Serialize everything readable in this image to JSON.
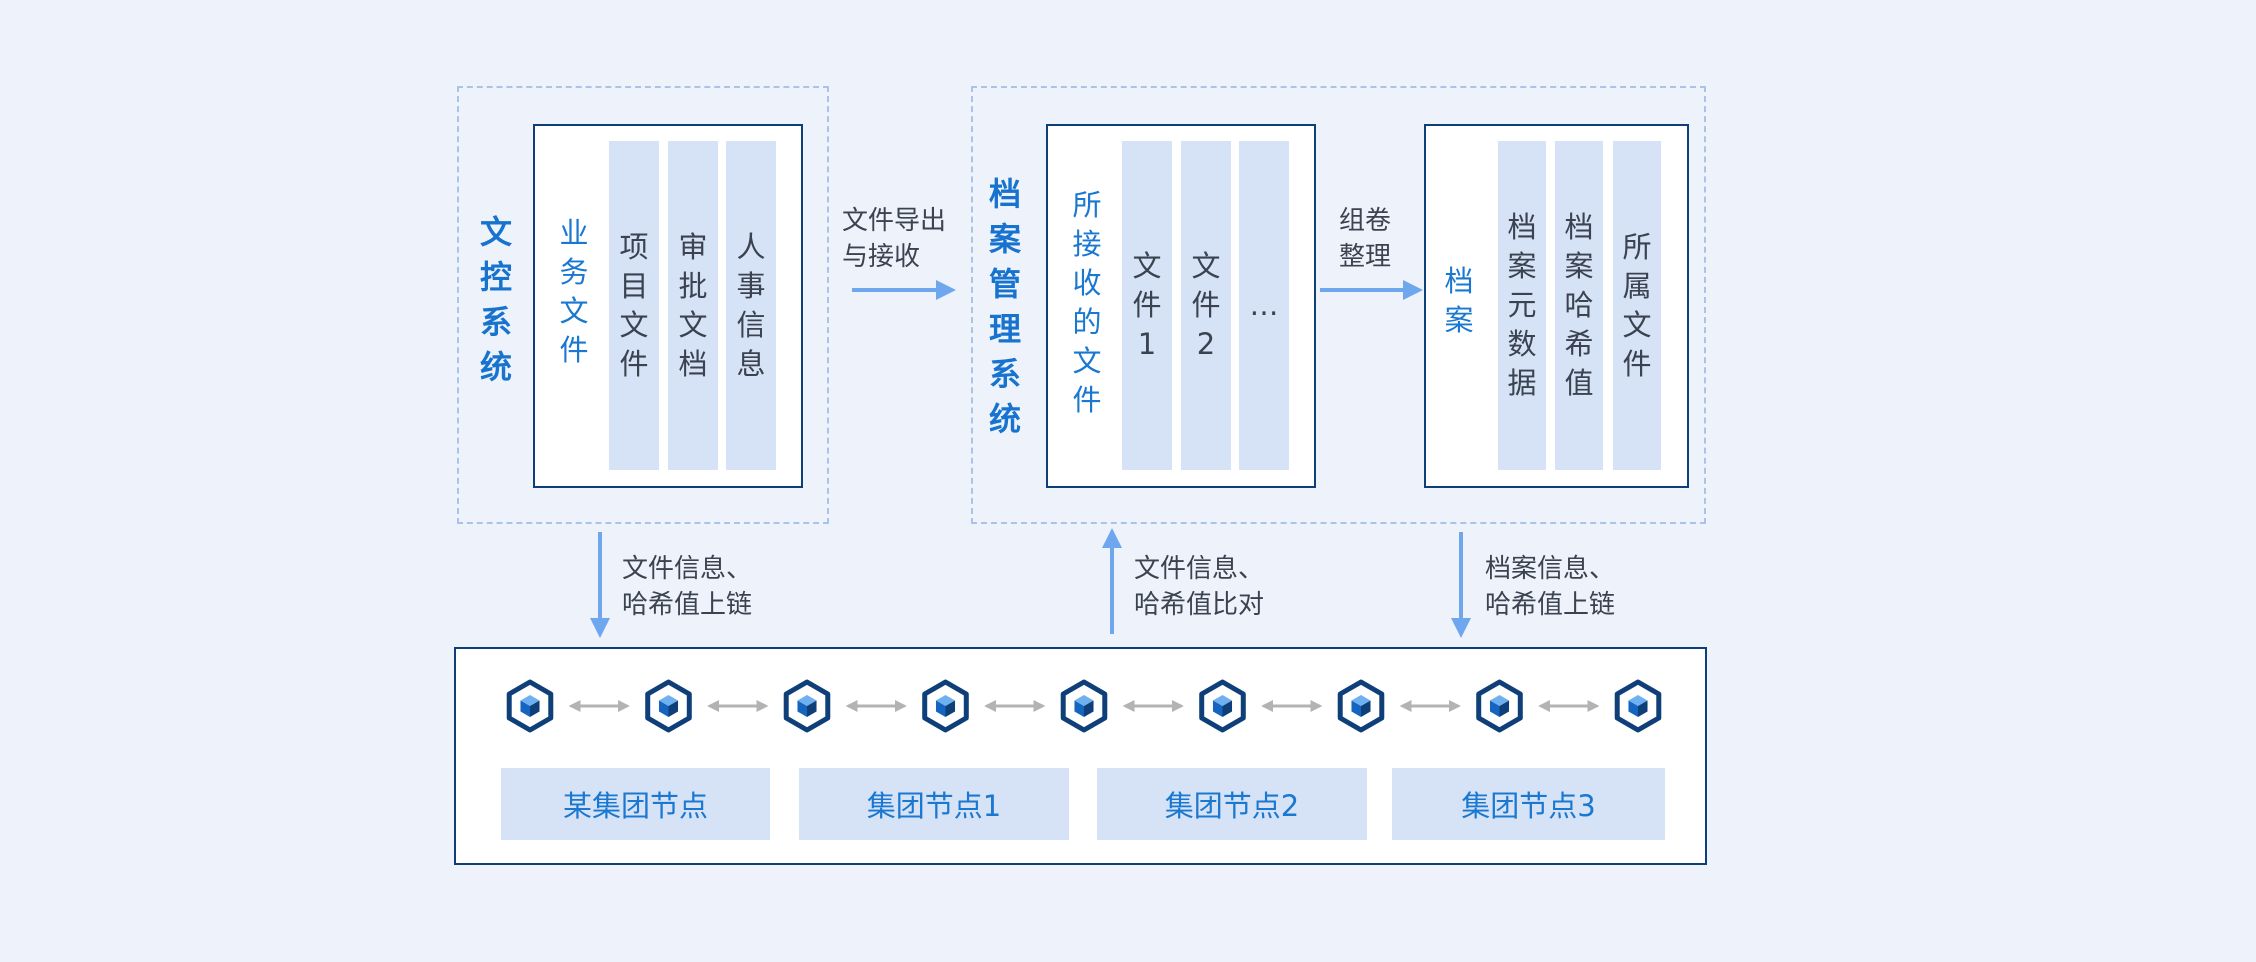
{
  "colors": {
    "background": "#eef3fb",
    "dashed_border": "#a9c4e8",
    "panel_border": "#0f3f78",
    "column_fill": "#d6e3f6",
    "title_blue": "#1873cf",
    "text_dark": "#3b4250",
    "arrow_blue": "#6fa7ee",
    "link_gray": "#b3b3b3"
  },
  "doc_control": {
    "title": "文控系统",
    "panel_label": "业务文件",
    "columns": [
      "项目文件",
      "审批文档",
      "人事信息"
    ]
  },
  "export_label": "文件导出\n与接收",
  "archive_system": {
    "title": "档案管理系统",
    "received_label": "所接收的文件",
    "columns": [
      "文件1",
      "文件2",
      "…"
    ],
    "organize_label": "组卷\n整理",
    "archive_label": "档案",
    "archive_columns": [
      "档案元数据",
      "档案哈希值",
      "所属文件"
    ]
  },
  "links": {
    "left": "文件信息、\n哈希值上链",
    "middle": "文件信息、\n哈希值比对",
    "right": "档案信息、\n哈希值上链"
  },
  "chain": {
    "node_icon": "blockchain-cube-icon",
    "link_icon": "double-arrow-icon",
    "node_count": 9,
    "labels": [
      "某集团节点",
      "集团节点1",
      "集团节点2",
      "集团节点3"
    ]
  }
}
